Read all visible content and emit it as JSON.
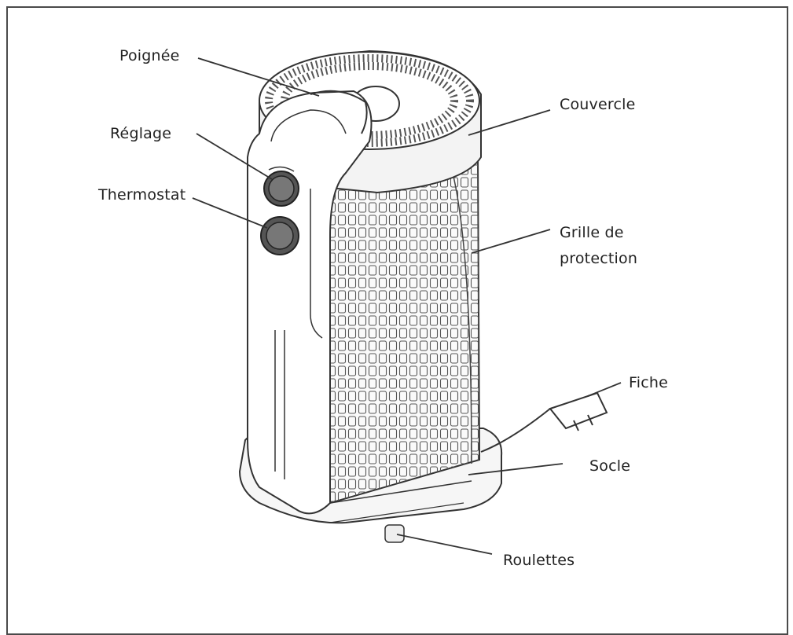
{
  "labels": {
    "poignee": "Poignée",
    "reglage": "Réglage",
    "thermostat": "Thermostat",
    "couvercle": "Couvercle",
    "grille_line1": "Grille de",
    "grille_line2": "protection",
    "fiche": "Fiche",
    "socle": "Socle",
    "roulettes": "Roulettes"
  },
  "colors": {
    "ink": "#333333",
    "label": "#222222",
    "frame": "#4a4a4a"
  }
}
